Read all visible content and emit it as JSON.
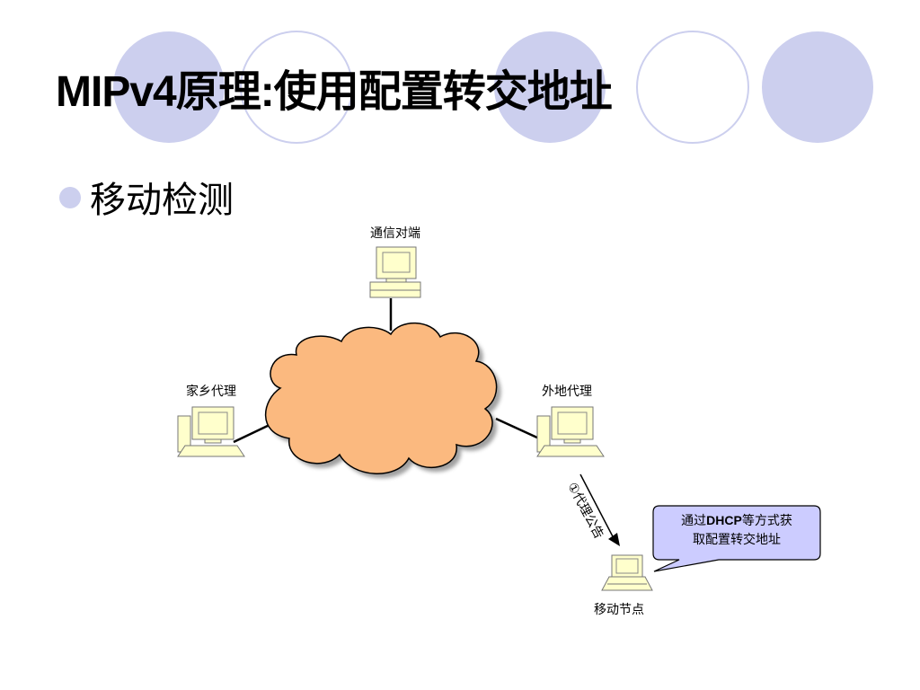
{
  "slide": {
    "title": "MIPv4原理:使用配置转交地址",
    "bullet": "移动检测"
  },
  "diagram": {
    "nodes": {
      "correspondent": "通信对端",
      "home_agent": "家乡代理",
      "foreign_agent": "外地代理",
      "mobile_node": "移动节点"
    },
    "arrow_label": "①代理公告",
    "callout": {
      "prefix": "通过",
      "bold": "DHCP",
      "suffix": "等方式获",
      "line2": "取配置转交地址"
    }
  },
  "colors": {
    "decor_circle": "#cccfee",
    "cloud_fill": "#fbb97f",
    "callout_fill": "#ccccff"
  }
}
